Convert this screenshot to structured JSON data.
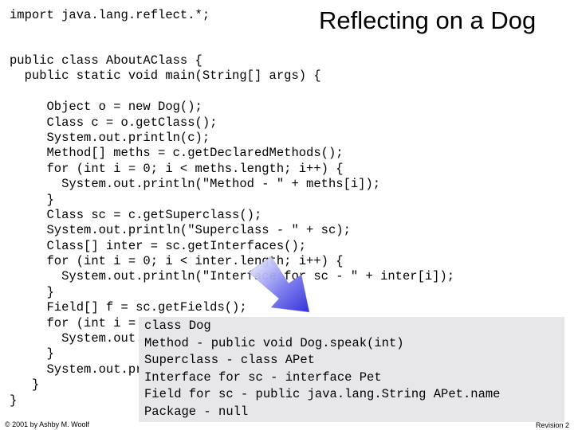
{
  "slide": {
    "import_line": "import java.lang.reflect.*;",
    "title": "Reflecting on a Dog",
    "code_lines": [
      "public class AboutAClass {",
      "  public static void main(String[] args) {",
      "",
      "     Object o = new Dog();",
      "     Class c = o.getClass();",
      "     System.out.println(c);",
      "     Method[] meths = c.getDeclaredMethods();",
      "     for (int i = 0; i < meths.length; i++) {",
      "       System.out.println(\"Method - \" + meths[i]);",
      "     }",
      "     Class sc = c.getSuperclass();",
      "     System.out.println(\"Superclass - \" + sc);",
      "     Class[] inter = sc.getInterfaces();",
      "     for (int i = 0; i < inter.length; i++) {",
      "       System.out.println(\"Interface for sc - \" + inter[i]);",
      "     }",
      "     Field[] f = sc.getFields();",
      "     for (int i = 0; i < f.length; i++) {",
      "       System.out.println(\"Field for sc - \" + f[i]);",
      "     }",
      "     System.out.println(\"Package - \" + c.getPackage());",
      "   }",
      "}"
    ],
    "output_lines": [
      "class Dog",
      "Method - public void Dog.speak(int)",
      "Superclass - class APet",
      "Interface for sc - interface Pet",
      "Field for sc - public java.lang.String APet.name",
      "Package - null"
    ],
    "footer_left": "© 2001 by Ashby M. Woolf",
    "footer_right": "Revision 2",
    "colors": {
      "arrow": "#3a3ae6",
      "output_box": "#e7e7ea"
    }
  }
}
